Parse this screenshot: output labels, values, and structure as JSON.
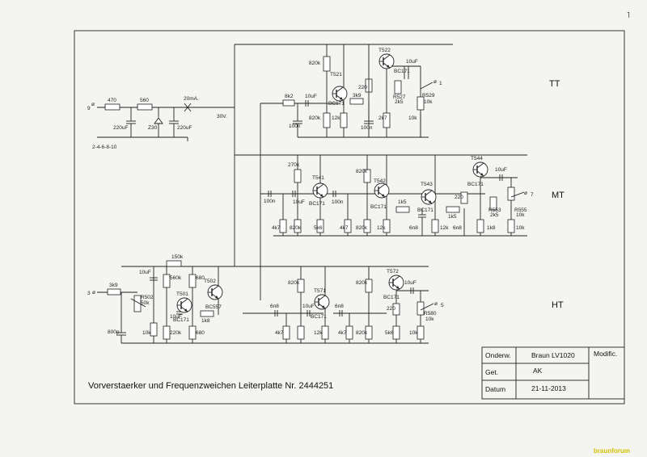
{
  "corner_mark": "˥",
  "title": "Vorverstaerker und Frequenzweichen Leiterplatte Nr. 2444251",
  "watermark": "braunforum",
  "sections": {
    "tt": "TT",
    "mt": "MT",
    "ht": "HT"
  },
  "title_block": {
    "onderw_label": "Onderw.",
    "onderw_value": "Braun LV1020",
    "get_label": "Get.",
    "get_value": "AK",
    "datum_label": "Datum",
    "datum_value": "21-11-2013",
    "modific_label": "Modific."
  },
  "supply": {
    "pin": "9",
    "r1": "470",
    "r2": "560",
    "current": "20mA.",
    "voltage": "30V.",
    "c1": "220uF",
    "zener": "Z30",
    "c2": "220uF",
    "gnd_pins": "2-4-6-8-10"
  },
  "tt": {
    "r_input": "8k2",
    "c_input": "10uF",
    "c_gnd": "100n",
    "r_bias_top": "820k",
    "r_bias_bot": "820k",
    "t1_name": "T521",
    "t1_type": "BC171",
    "r_emitter": "12k",
    "r_couple": "3k9",
    "r_220": "220",
    "c_100n_b": "100n",
    "t2_name": "T522",
    "t2_type": "BC171",
    "c_fb": "10uF",
    "pot": "R527",
    "pot_val": "2k5",
    "r_out": "R529",
    "r_out_val": "10k",
    "r_2k7": "2k7",
    "r_10k": "10k",
    "out_pin": "1"
  },
  "mt": {
    "c_in": "100n",
    "r_270k": "270k",
    "c_10uf": "10uF",
    "t1_name": "T541",
    "t1_type": "BC171",
    "r_4k7": "4k7",
    "r_820k": "820k",
    "r_5k6": "5k6",
    "c_100n": "100n",
    "r_820k_b": "820k",
    "r_4k7_b": "4k7",
    "r_820k_c": "820k",
    "t2_name": "T542",
    "t2_type": "BC171",
    "r_12k": "12k",
    "r_1k5": "1k5",
    "c_6n8": "6n8",
    "t3_name": "T543",
    "t3_type": "BC171",
    "r_12k_b": "12k",
    "r_1k5_b": "1k5",
    "c_6n8_b": "6n8",
    "r_220": "220",
    "t4_name": "T544",
    "t4_type": "BC171",
    "c_fb": "10uF",
    "pot": "R553",
    "pot_val": "2k5",
    "r_out": "R555",
    "r_out_val": "10k",
    "r_1k8": "1k8",
    "r_10k": "10k",
    "out_pin": "7"
  },
  "ht": {
    "in_pin": "3",
    "r_3k9": "3k9",
    "pot": "R502",
    "pot_val": "50k",
    "c_800p": "800p",
    "c_10uf_a": "10uF",
    "r_150k": "150k",
    "r_560k": "560k",
    "r_680": "680",
    "c_10uf_b": "10uF",
    "r_10k": "10k",
    "r_220k": "220k",
    "t1_name": "T501",
    "t1_type": "BC171",
    "t2_name": "T502",
    "t2_type": "BC557",
    "r_1k8": "1k8",
    "r_680_b": "680",
    "c_6n8": "6n8",
    "r_4k7": "4k7",
    "r_820k": "820k",
    "c_10uf_c": "10uF",
    "t3_name": "T571",
    "t3_type": "BC171",
    "r_12k": "12k",
    "c_6n8_b": "6n8",
    "r_4k7_b": "4k7",
    "r_820k_b": "820k",
    "r_820k_c": "820k",
    "t4_name": "T572",
    "t4_type": "BC171",
    "c_10uf_d": "10uF",
    "r_220": "220",
    "pot_b": "R580",
    "pot_b_val": "10k",
    "r_5k6": "5k6",
    "r_10k_b": "10k",
    "out_pin": "5"
  }
}
